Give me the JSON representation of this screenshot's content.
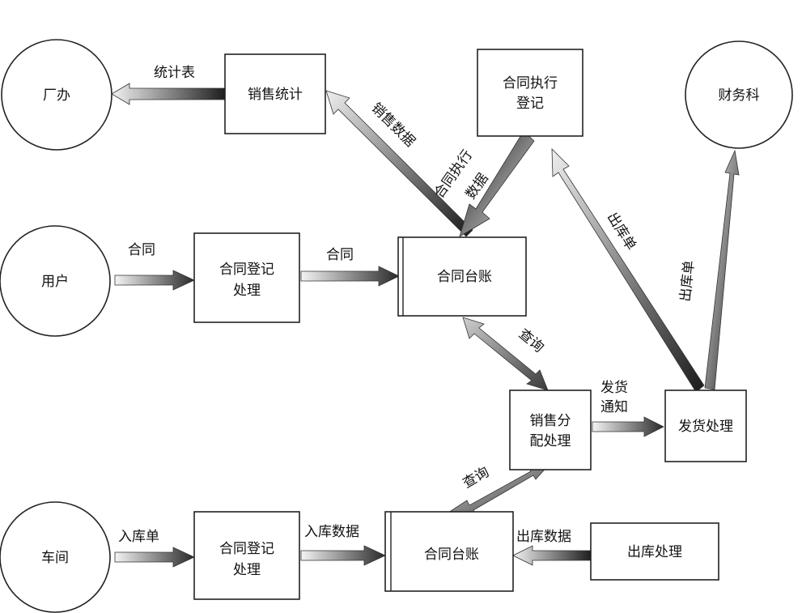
{
  "entities": {
    "factory_office": "厂办",
    "finance": "财务科",
    "user": "用户",
    "workshop": "车间"
  },
  "processes": {
    "sales_stats": "销售统计",
    "contract_exec_line1": "合同执行",
    "contract_exec_line2": "登记",
    "contract_reg1_line1": "合同登记",
    "contract_reg1_line2": "处理",
    "sales_alloc_line1": "销售分",
    "sales_alloc_line2": "配处理",
    "shipping": "发货处理",
    "contract_reg2_line1": "合同登记",
    "contract_reg2_line2": "处理",
    "outbound": "出库处理"
  },
  "stores": {
    "ledger_top": "合同台账",
    "ledger_bottom": "合同台账"
  },
  "flows": {
    "stats_table": "统计表",
    "sales_data": "销售数据",
    "exec_data_line1": "合同执行",
    "exec_data_line2": "数据",
    "contract1": "合同",
    "contract2": "合同",
    "query1": "查询",
    "ship_notice_line1": "发货",
    "ship_notice_line2": "通知",
    "outbound_slip1": "出库单",
    "outbound_slip2": "出库单",
    "query2": "查询",
    "inbound_slip": "入库单",
    "inbound_data": "入库数据",
    "outbound_data": "出库数据"
  }
}
